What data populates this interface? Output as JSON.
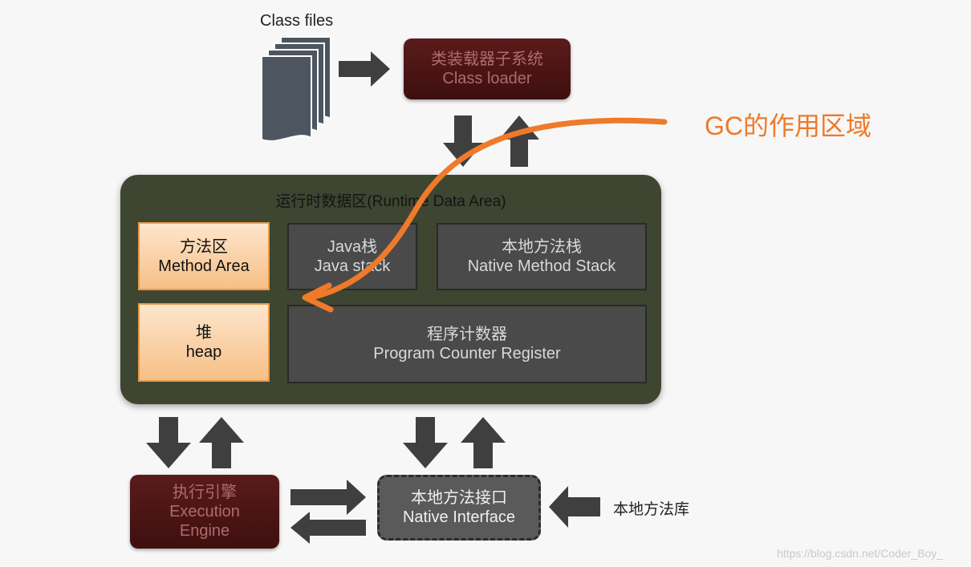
{
  "class_files": {
    "label": "Class files"
  },
  "class_loader": {
    "line1": "类装载器子系统",
    "line2": "Class loader"
  },
  "gc": {
    "label": "GC的作用区域"
  },
  "runtime": {
    "title": "运行时数据区(Runtime Data Area)",
    "method_area": {
      "line1": "方法区",
      "line2": "Method Area"
    },
    "heap": {
      "line1": "堆",
      "line2": "heap"
    },
    "java_stack": {
      "line1": "Java栈",
      "line2": "Java stack"
    },
    "native_stack": {
      "line1": "本地方法栈",
      "line2": "Native Method Stack"
    },
    "pc_register": {
      "line1": "程序计数器",
      "line2": "Program Counter Register"
    }
  },
  "execution_engine": {
    "line1": "执行引擎",
    "line2": "Execution",
    "line3": "Engine"
  },
  "native_interface": {
    "line1": "本地方法接口",
    "line2": "Native Interface"
  },
  "native_library": {
    "label": "本地方法库"
  },
  "watermark": {
    "text": "https://blog.csdn.net/Coder_Boy_"
  },
  "colors": {
    "maroon": "#4a1414",
    "runtime_bg": "#3e4530",
    "orange_accent": "#ee7a2a",
    "gray_box": "#4a4a4a"
  }
}
